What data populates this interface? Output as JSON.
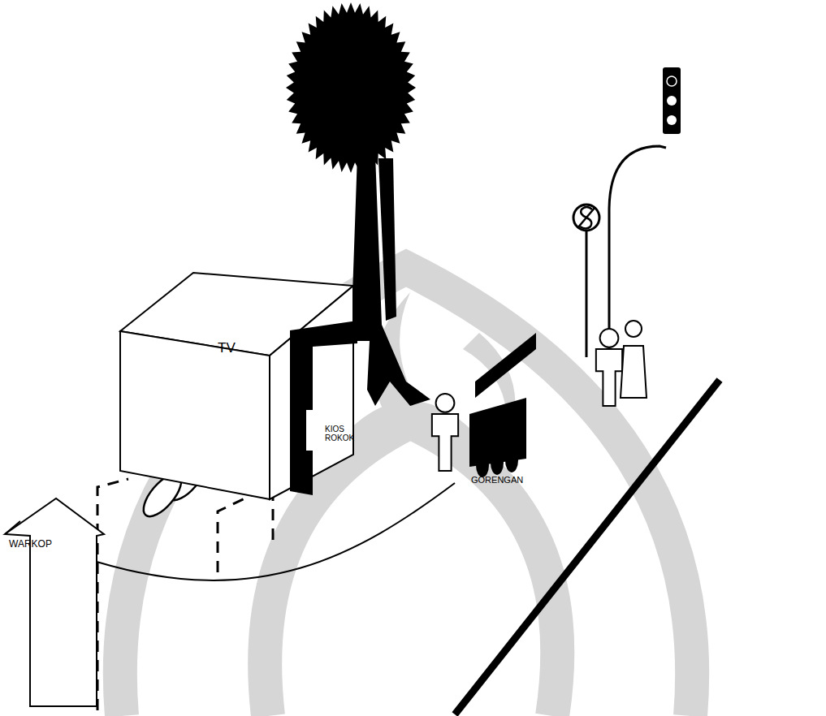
{
  "diagram": {
    "nodes": [
      {
        "text": [
          "TV"
        ]
      },
      {
        "text": [
          "KIOS ROKOK"
        ]
      },
      {
        "text": [
          "GORENGAN"
        ]
      },
      {
        "text": [
          "WARKOP"
        ]
      }
    ],
    "edges": [
      {
        "from": 3,
        "to": 2,
        "arrow": "none"
      }
    ]
  }
}
